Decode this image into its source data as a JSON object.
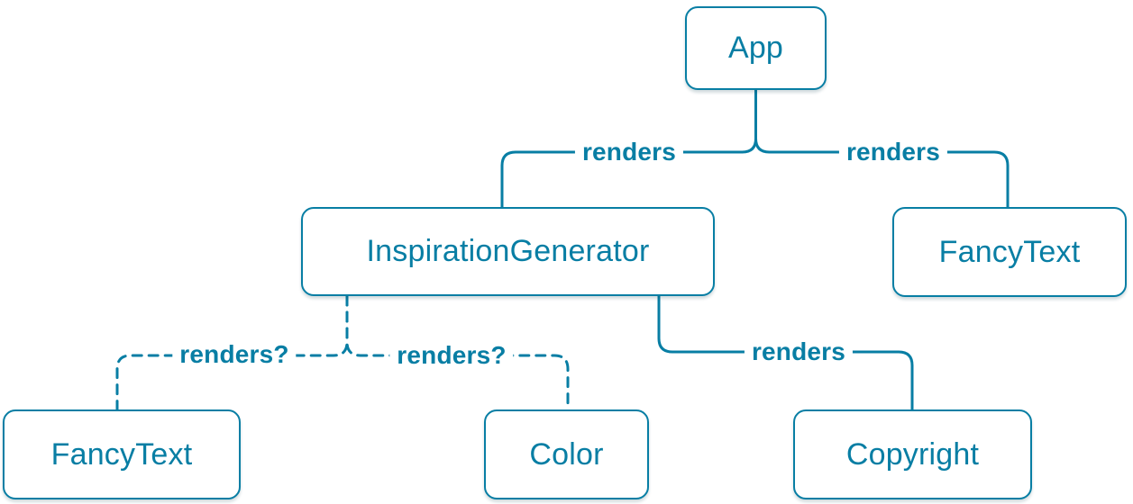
{
  "diagram": {
    "type": "component-render-tree",
    "accent_color": "#087ea4",
    "background_color": "#ffffff",
    "nodes": [
      {
        "id": "app",
        "label": "App"
      },
      {
        "id": "inspiration_generator",
        "label": "InspirationGenerator"
      },
      {
        "id": "fancy_text_top",
        "label": "FancyText"
      },
      {
        "id": "fancy_text_bottom",
        "label": "FancyText"
      },
      {
        "id": "color",
        "label": "Color"
      },
      {
        "id": "copyright",
        "label": "Copyright"
      }
    ],
    "edges": [
      {
        "from": "app",
        "to": "inspiration_generator",
        "label": "renders",
        "style": "solid"
      },
      {
        "from": "app",
        "to": "fancy_text_top",
        "label": "renders",
        "style": "solid"
      },
      {
        "from": "inspiration_generator",
        "to": "copyright",
        "label": "renders",
        "style": "solid"
      },
      {
        "from": "inspiration_generator",
        "to": "fancy_text_bottom",
        "label": "renders?",
        "style": "dashed"
      },
      {
        "from": "inspiration_generator",
        "to": "color",
        "label": "renders?",
        "style": "dashed"
      }
    ]
  }
}
